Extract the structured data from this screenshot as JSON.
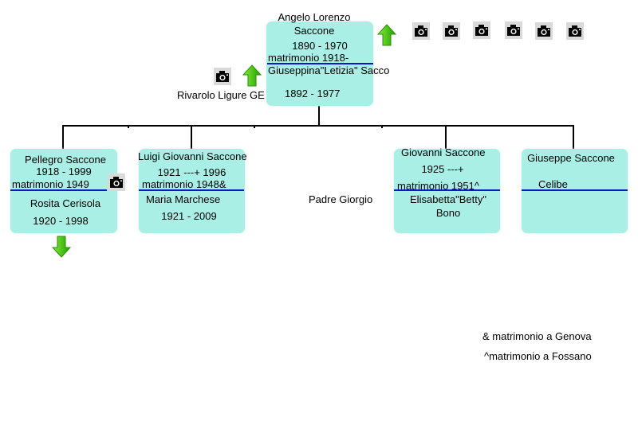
{
  "root": {
    "name_line1": "Angelo Lorenzo",
    "name_line2": "Saccone",
    "dates": "1890 - 1970",
    "marriage": "matrimonio 1918-",
    "spouse": "Giuseppina\"Letizia\" Sacco",
    "spouse_place": "Rivarolo Ligure GE",
    "spouse_dates": "1892 - 1977"
  },
  "children": [
    {
      "name": "Pellegro Saccone",
      "dates": "1918 - 1999",
      "marriage": "matrimonio 1949",
      "spouse": "Rosita Cerisola",
      "spouse_dates": "1920 - 1998"
    },
    {
      "name": "Luigi Giovanni Saccone",
      "dates": "1921 ---+ 1996",
      "marriage": "matrimonio 1948&",
      "spouse": "Maria Marchese",
      "spouse_dates": "1921 - 2009"
    },
    {
      "name": "Padre Giorgio"
    },
    {
      "name": "Giovanni Saccone",
      "dates": "1925 ---+",
      "marriage": "matrimonio 1951^",
      "spouse_line1": "Elisabetta\"Betty\"",
      "spouse_line2": "Bono"
    },
    {
      "name": "Giuseppe Saccone",
      "status": "Celibe"
    }
  ],
  "notes": [
    "& matrimonio a Genova",
    "^matrimonio a Fossano"
  ],
  "icons": {
    "camera": "camera-icon",
    "arrow_up": "arrow-up-icon",
    "arrow_down": "arrow-down-icon"
  },
  "colors": {
    "box": "#a9efe6",
    "marriage_line": "#0a1ac9",
    "arrow": "#33cc00"
  }
}
